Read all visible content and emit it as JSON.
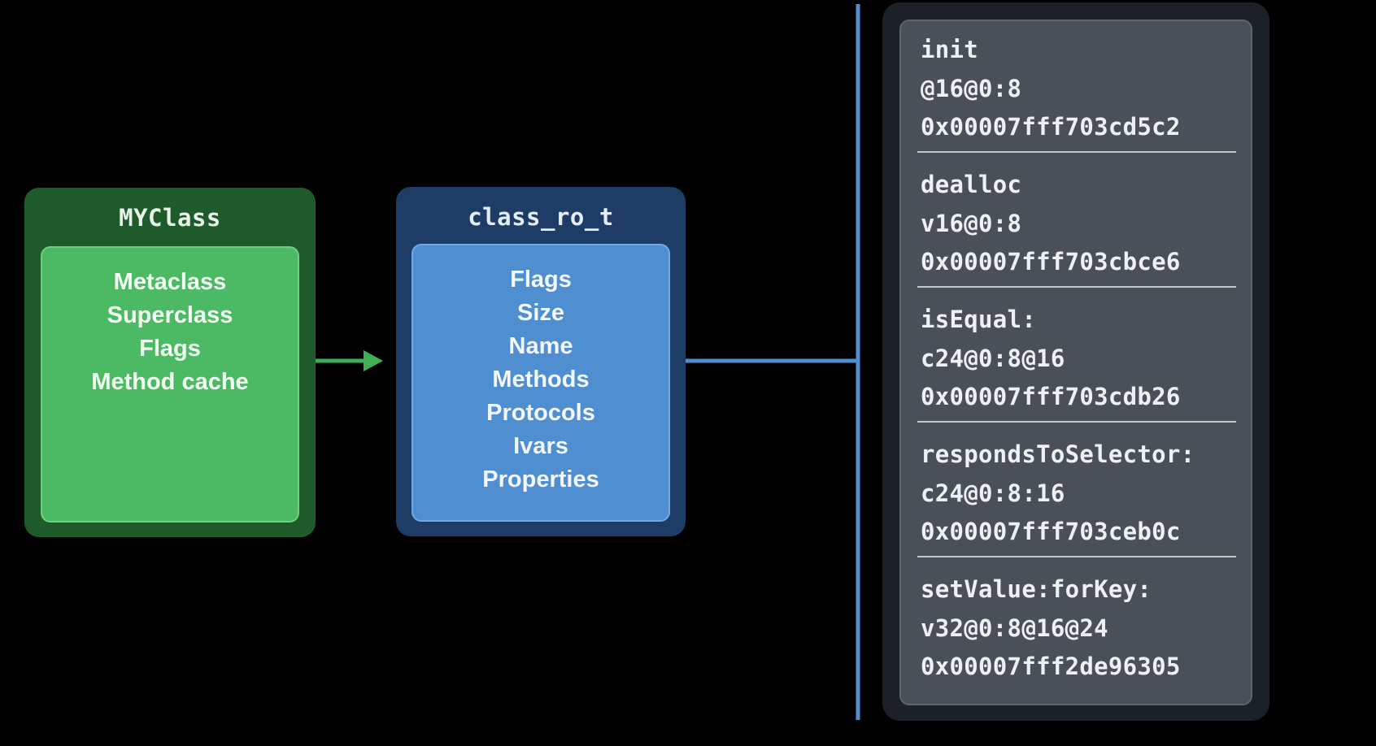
{
  "myclass": {
    "title": "MYClass",
    "fields": [
      "Metaclass",
      "Superclass",
      "Flags",
      "Method cache"
    ]
  },
  "class_ro_t": {
    "title": "class_ro_t",
    "fields": [
      "Flags",
      "Size",
      "Name",
      "Methods",
      "Protocols",
      "Ivars",
      "Properties"
    ]
  },
  "methods": [
    {
      "name": "init",
      "types": "@16@0:8",
      "imp": "0x00007fff703cd5c2"
    },
    {
      "name": "dealloc",
      "types": "v16@0:8",
      "imp": "0x00007fff703cbce6"
    },
    {
      "name": "isEqual:",
      "types": "c24@0:8@16",
      "imp": "0x00007fff703cdb26"
    },
    {
      "name": "respondsToSelector:",
      "types": "c24@0:8:16",
      "imp": "0x00007fff703ceb0c"
    },
    {
      "name": "setValue:forKey:",
      "types": "v32@0:8@16@24",
      "imp": "0x00007fff2de96305"
    }
  ],
  "colors": {
    "myclass_outer": "#1f5a2b",
    "myclass_inner": "#4cb964",
    "class_ro_t_outer": "#1d3c66",
    "class_ro_t_inner": "#4f8ed0",
    "arrow": "#3fae55",
    "connector": "#4f8ed0",
    "method_panel": "#4a5058"
  }
}
